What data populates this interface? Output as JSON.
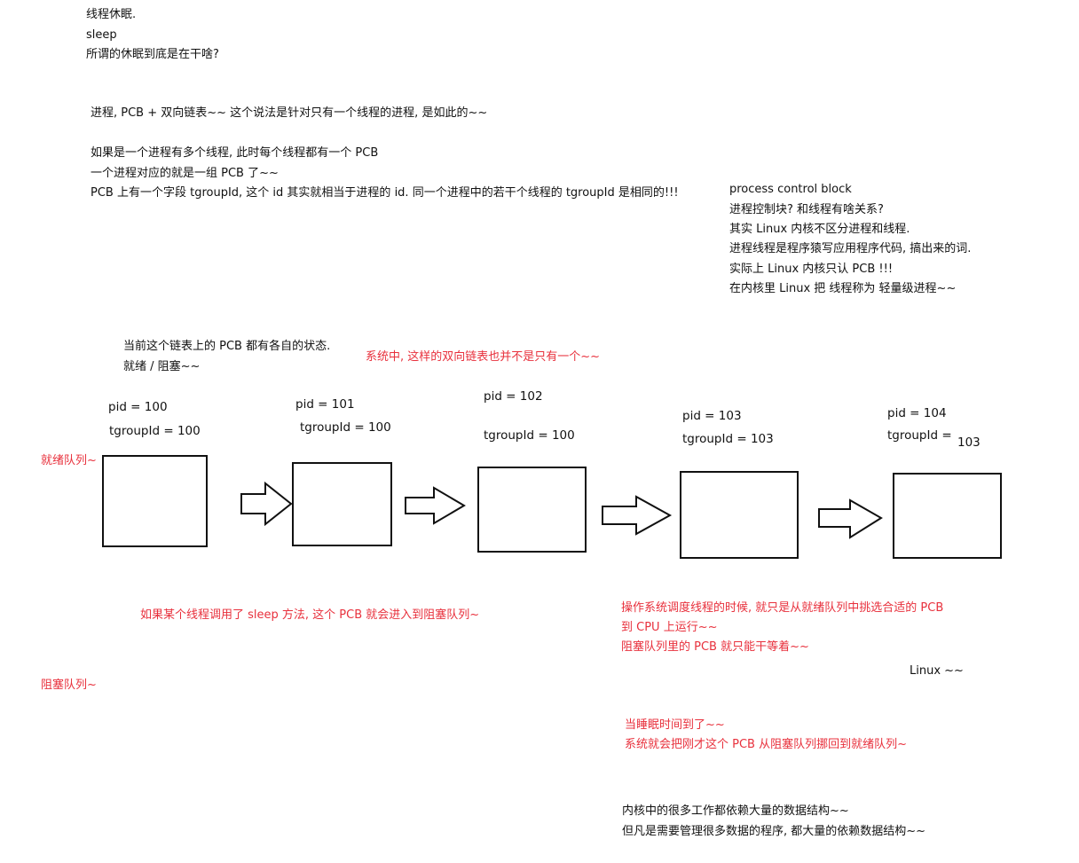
{
  "colors": {
    "text": "#111111",
    "accent_red": "#e8303c",
    "background": "#ffffff"
  },
  "intro": [
    "线程休眠.",
    "sleep",
    "所谓的休眠到底是在干啥?"
  ],
  "process_note": "进程, PCB + 双向链表~~   这个说法是针对只有一个线程的进程, 是如此的~~",
  "multi_thread_notes": [
    "如果是一个进程有多个线程, 此时每个线程都有一个 PCB",
    "一个进程对应的就是一组 PCB 了~~",
    "PCB 上有一个字段 tgroupId, 这个 id 其实就相当于进程的 id. 同一个进程中的若干个线程的 tgroupId 是相同的!!!"
  ],
  "pcb_notes": [
    "process control block",
    "进程控制块? 和线程有啥关系?",
    "其实 Linux 内核不区分进程和线程.",
    "进程线程是程序猿写应用程序代码, 搞出来的词.",
    "实际上 Linux 内核只认 PCB !!!",
    "在内核里 Linux 把 线程称为 轻量级进程~~"
  ],
  "state_notes": [
    "当前这个链表上的 PCB 都有各自的状态.",
    "就绪 / 阻塞~~"
  ],
  "list_note": "系统中, 这样的双向链表也并不是只有一个~~",
  "ready_queue_label": "就绪队列~",
  "blocked_queue_label": "阻塞队列~",
  "nodes": [
    {
      "pid": "pid = 100",
      "tgroup": "tgroupId = 100"
    },
    {
      "pid": "pid = 101",
      "tgroup": "tgroupId = 100"
    },
    {
      "pid": "pid = 102",
      "tgroup": "tgroupId = 100"
    },
    {
      "pid": "pid = 103",
      "tgroup": "tgroupId =  103"
    },
    {
      "pid": "pid = 104",
      "tgroup": "tgroupId =",
      "tgroup_value": "103"
    }
  ],
  "sleep_note": "如果某个线程调用了 sleep 方法, 这个 PCB 就会进入到阻塞队列~",
  "schedule_notes": [
    "操作系统调度线程的时候, 就只是从就绪队列中挑选合适的 PCB",
    "到 CPU 上运行~~",
    "阻塞队列里的 PCB 就只能干等着~~"
  ],
  "linux_note": "Linux ~~",
  "wake_notes": [
    "当睡眠时间到了~~",
    "系统就会把刚才这个 PCB 从阻塞队列挪回到就绪队列~"
  ],
  "kernel_notes": [
    "内核中的很多工作都依赖大量的数据结构~~",
    "但凡是需要管理很多数据的程序, 都大量的依赖数据结构~~"
  ]
}
